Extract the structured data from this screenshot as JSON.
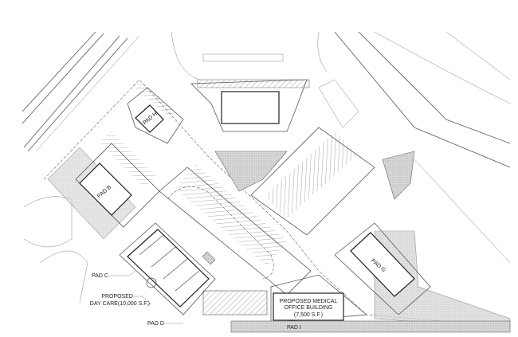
{
  "labels": {
    "pad_h": "PAD H",
    "pad_b": "PAD B",
    "pad_c": "PAD C",
    "day_care_1": "PROPOSED",
    "day_care_2": "DAY CARE(10,000 S.F.)",
    "pad_d": "PAD D",
    "medical_1": "PROPOSED MEDICAL",
    "medical_2": "OFFICE BUILDING",
    "medical_3": "(7,500 S.F.)",
    "pad_i": "PAD I",
    "pad_g": "PAD G"
  }
}
